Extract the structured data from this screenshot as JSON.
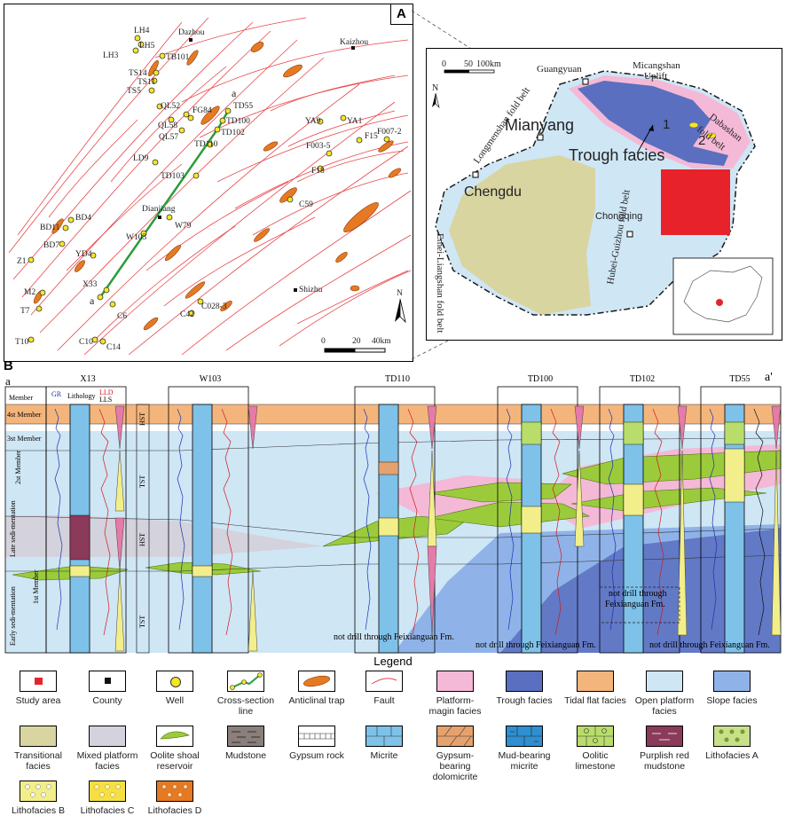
{
  "panelA": {
    "letter": "A",
    "wells": [
      "LH4",
      "LH5",
      "LH3",
      "TB101",
      "TS14",
      "TS11",
      "TS5",
      "QL52",
      "FG84",
      "QL58",
      "QL57",
      "TD55",
      "TD100",
      "TD102",
      "TD110",
      "LD9",
      "TD103",
      "BD11",
      "BD4",
      "BD7",
      "W103",
      "W79",
      "YD4",
      "Z1",
      "M2",
      "X33",
      "T7",
      "T10",
      "C10",
      "C14",
      "C6",
      "C42",
      "C028-3",
      "C59",
      "YA9",
      "YA1",
      "F15",
      "F007-2",
      "F003-5",
      "F18"
    ],
    "counties": [
      "Dazhou",
      "Kaizhou",
      "Dianjiang",
      "Shizhu"
    ],
    "section_end_a": "a",
    "section_end_a2": "a",
    "scale": [
      "0",
      "20",
      "40km"
    ],
    "north": "N"
  },
  "inset": {
    "scale": [
      "0",
      "50",
      "100km"
    ],
    "north": "N",
    "places": [
      "Guangyuan",
      "Micangshan",
      "Uplift",
      "Dabashan",
      "fold belt",
      "Longmenshan fold belt",
      "Mianyang",
      "Trough facies",
      "Chengdu",
      "Chongqing",
      "Emei-Liangshan fold belt",
      "Hubei-Guizhou fold belt"
    ],
    "markers": [
      "1",
      "2"
    ]
  },
  "panelB": {
    "letter": "B",
    "end_left": "a",
    "end_right": "a'",
    "wells": [
      "X13",
      "W103",
      "TD110",
      "TD100",
      "TD102",
      "TD55"
    ],
    "col_heads": {
      "gr": "GR",
      "lith": "Lithology",
      "lld": "LLD",
      "lls": "LLS"
    },
    "members": [
      "Member",
      "4st Member",
      "3st Member",
      "2st Member",
      "Late sedi-mentation",
      "1st Member",
      "Early sedi-mentation"
    ],
    "systems": [
      "HST",
      "TST",
      "HST",
      "TST"
    ],
    "notes": [
      "not drill through Feixianguan Fm.",
      "not drill through Feixianguan Fm.",
      "not drill through",
      "Feixianguan Fm.",
      "not drill through Feixianguan Fm."
    ]
  },
  "legend": {
    "title": "Legend",
    "items": [
      {
        "label": "Study area",
        "kind": "study"
      },
      {
        "label": "County",
        "kind": "county"
      },
      {
        "label": "Well",
        "kind": "well"
      },
      {
        "label": "Cross-section line",
        "kind": "xsec"
      },
      {
        "label": "Anticlinal trap",
        "kind": "trap"
      },
      {
        "label": "Fault",
        "kind": "fault"
      },
      {
        "label": "Platform-magin facies",
        "kind": "fill",
        "color": "#f4b9d6"
      },
      {
        "label": "Trough facies",
        "kind": "fill",
        "color": "#5a6fc0"
      },
      {
        "label": "Tidal flat facies",
        "kind": "fill",
        "color": "#f4b57c"
      },
      {
        "label": "Open platform facies",
        "kind": "fill",
        "color": "#cfe6f5"
      },
      {
        "label": "Slope facies",
        "kind": "fill",
        "color": "#8fb3e8"
      },
      {
        "label": "Transitional facies",
        "kind": "fill",
        "color": "#d8d5a0"
      },
      {
        "label": "Mixed platform facies",
        "kind": "fill",
        "color": "#d4d2dc"
      },
      {
        "label": "Oolite shoal reservoir",
        "kind": "shoal"
      },
      {
        "label": "Mudstone",
        "kind": "mud"
      },
      {
        "label": "Gypsum rock",
        "kind": "gypsum"
      },
      {
        "label": "Micrite",
        "kind": "micrite"
      },
      {
        "label": "Gypsum-bearing dolomicrite",
        "kind": "gypdol"
      },
      {
        "label": "Mud-bearing micrite",
        "kind": "mudmic"
      },
      {
        "label": "Oolitic limestone",
        "kind": "oolitic"
      },
      {
        "label": "Purplish red mudstone",
        "kind": "purple"
      },
      {
        "label": "Lithofacies A",
        "kind": "litA"
      },
      {
        "label": "Lithofacies B",
        "kind": "litB"
      },
      {
        "label": "Lithofacies C",
        "kind": "litC"
      },
      {
        "label": "Lithofacies D",
        "kind": "litD"
      }
    ]
  }
}
